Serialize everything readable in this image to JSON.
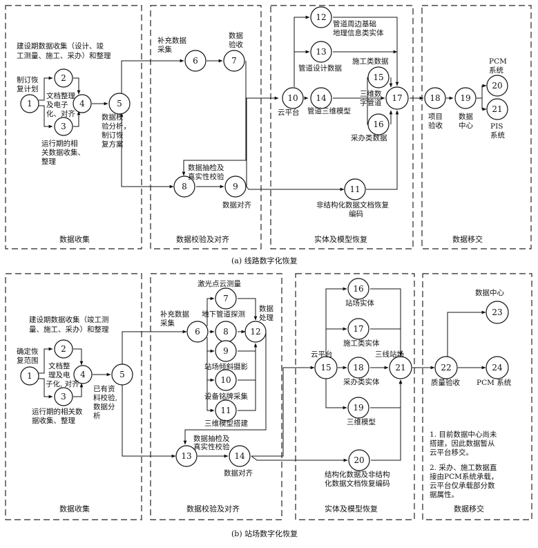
{
  "diagram_a": {
    "caption": "(a) 线路数字化恢复",
    "sections": [
      "数据收集",
      "数据校验及对齐",
      "实体及模型恢复",
      "数据移交"
    ],
    "nodes": {
      "n1": "1",
      "n2": "2",
      "n3": "3",
      "n4": "4",
      "n5": "5",
      "n6": "6",
      "n7": "7",
      "n8": "8",
      "n9": "9",
      "n10": "10",
      "n11": "11",
      "n12": "12",
      "n13": "13",
      "n14": "14",
      "n15": "15",
      "n16": "16",
      "n17": "17",
      "n18": "18",
      "n19": "19",
      "n20": "20",
      "n21": "21"
    },
    "labels": {
      "build_collect_1": "建设期数据收集（设计、竣",
      "build_collect_2": "工测量、施工、采办）和整理",
      "plan_1": "制订恢",
      "plan_2": "复计划",
      "doc_1": "文档整理",
      "doc_2": "及电子",
      "doc_3": "化、对齐",
      "ops_1": "运行期的相",
      "ops_2": "关数据收集、",
      "ops_3": "整理",
      "verify_1": "数据校",
      "verify_2": "验分析，",
      "verify_3": "制订恢",
      "verify_4": "复方案",
      "supp_1": "补充数据",
      "supp_2": "采集",
      "accept_1": "数据",
      "accept_2": "验收",
      "sample_1": "数据抽检及",
      "sample_2": "真实性校验",
      "align": "数据对齐",
      "cloud": "云平台",
      "geo_1": "管道周边基础",
      "geo_2": "地理信息类实体",
      "design": "管道设计数据",
      "construct": "施工类数据",
      "model3d": "管道三维模型",
      "digital_1": "三维数",
      "digital_2": "字管道",
      "procure": "采办类数据",
      "unstruct_1": "非结构化数据文档恢复",
      "unstruct_2": "编码",
      "proj_1": "项目",
      "proj_2": "验收",
      "dc_1": "数据",
      "dc_2": "中心",
      "pcm_1": "PCM",
      "pcm_2": "系统",
      "pis_1": "PIS",
      "pis_2": "系统"
    }
  },
  "diagram_b": {
    "caption": "(b) 站场数字化恢复",
    "sections": [
      "数据收集",
      "数据校验及对齐",
      "实体及模型恢复",
      "数据移交"
    ],
    "nodes": {
      "n1": "1",
      "n2": "2",
      "n3": "3",
      "n4": "4",
      "n5": "5",
      "n6": "6",
      "n7": "7",
      "n8": "8",
      "n9": "9",
      "n10": "10",
      "n11": "11",
      "n12": "12",
      "n13": "13",
      "n14": "14",
      "n15": "15",
      "n16": "16",
      "n17": "17",
      "n18": "18",
      "n19": "19",
      "n20": "20",
      "n21": "21",
      "n22": "22",
      "n23": "23",
      "n24": "24"
    },
    "labels": {
      "build_collect_1": "建设期数据收集（竣工测",
      "build_collect_2": "量、施工、采办）和整理",
      "scope_1": "确定恢",
      "scope_2": "复范围",
      "doc_1": "文档整",
      "doc_2": "理及电",
      "doc_3": "子化, 对齐",
      "ops_1": "运行期的相关数",
      "ops_2": "据收集、整理",
      "verify_1": "已有资",
      "verify_2": "料校验,",
      "verify_3": "数据分",
      "verify_4": "析",
      "laser": "激光点云测量",
      "supp_1": "补充数据",
      "supp_2": "采集",
      "underground": "地下管道探测",
      "process_1": "数据",
      "process_2": "处理",
      "oblique": "站场倾斜摄影",
      "nameplate": "设备铭牌采集",
      "model_build": "三维模型搭建",
      "sample_1": "数据抽检及",
      "sample_2": "真实性校验",
      "align": "数据对齐",
      "cloud": "云平台",
      "station_entity": "站场实体",
      "construct_entity": "施工类实体",
      "procure_entity": "采办类实体",
      "threeline": "三线站场",
      "model3d": "三维模型",
      "struct_1": "结构化数据及非结构",
      "struct_2": "化数据文档恢复编码",
      "quality": "质量验收",
      "dc": "数据中心",
      "pcm": "PCM 系统",
      "note1_1": "1. 目前数据中心尚未",
      "note1_2": "搭建，因此数据暂从",
      "note1_3": "云平台移交。",
      "note2_1": "2. 采办、施工数据直",
      "note2_2": "接由PCM系统承载，",
      "note2_3": "云平台仅承载部分数",
      "note2_4": "据属性。"
    }
  }
}
